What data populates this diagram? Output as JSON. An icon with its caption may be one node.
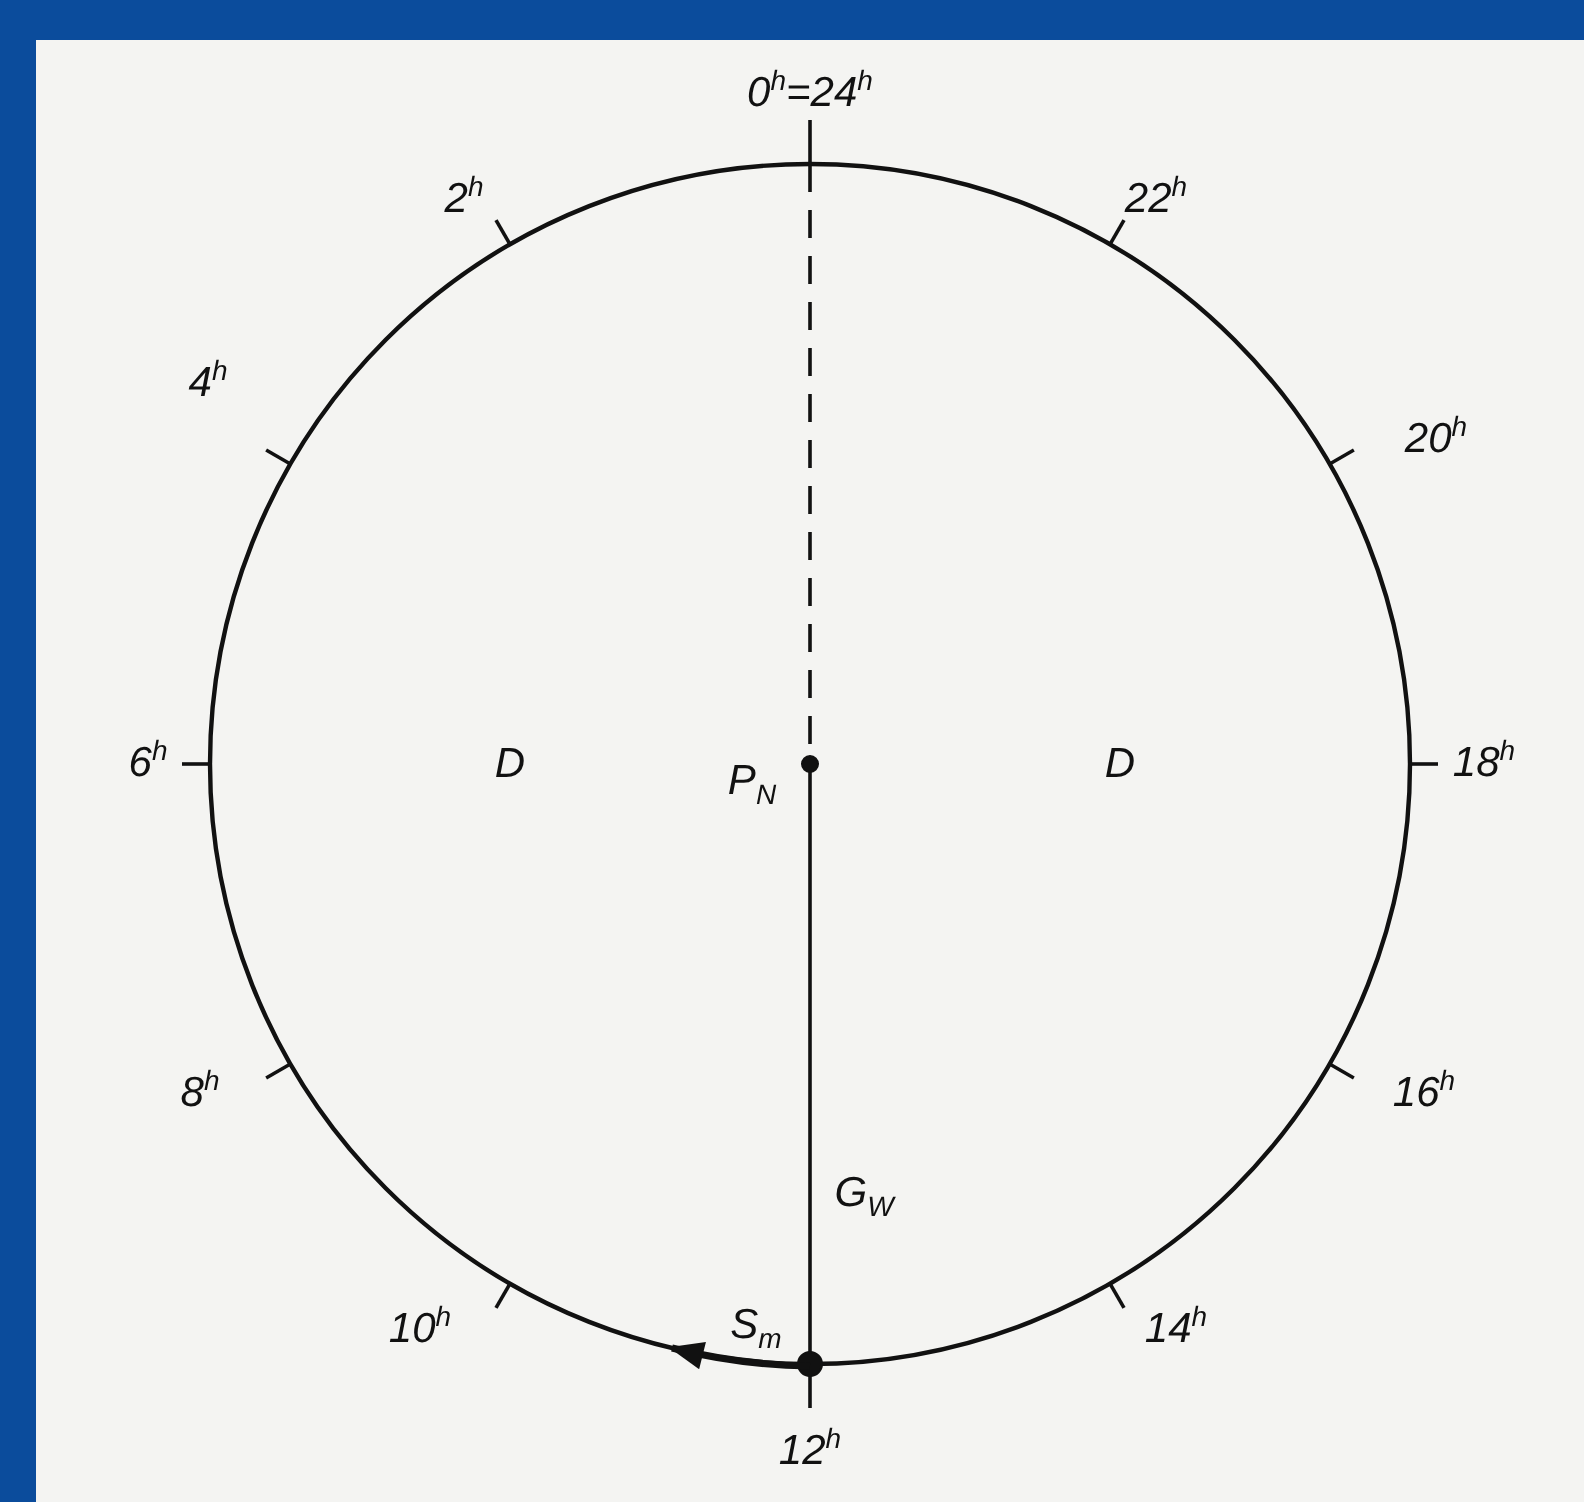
{
  "diagram": {
    "labels": [
      "0$^{h}$=24$^{h}$",
      "2$^{h}$",
      "22$^{h}$",
      "4$^{h}$",
      "20$^{h}$",
      "6$^{h}$",
      "D",
      "P$_{N}$",
      "D",
      "18$^{h}$",
      "8$^{h}$",
      "16$^{h}$",
      "G$_{W}$",
      "10$^{h}$",
      "S$_{m}$",
      "14$^{h}$",
      "12$^{h}$"
    ]
  }
}
